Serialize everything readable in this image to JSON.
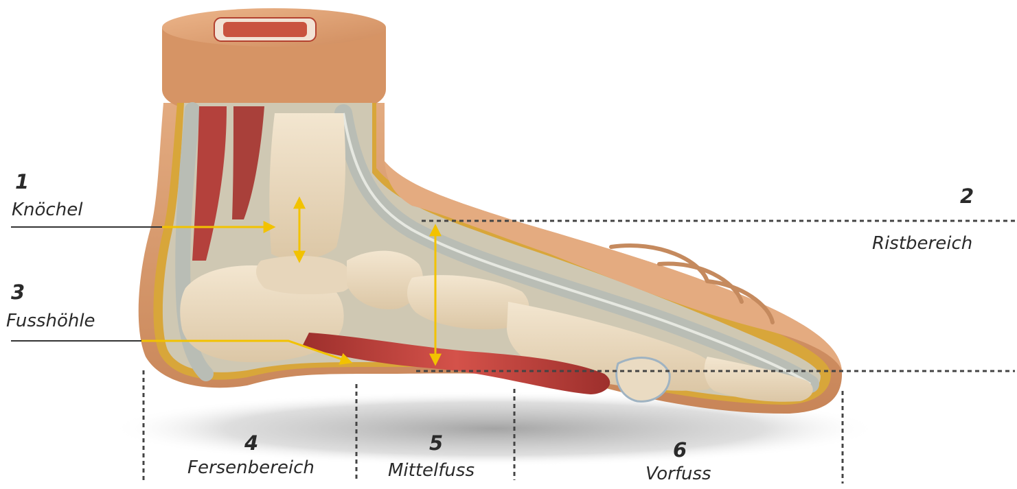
{
  "labels": [
    {
      "number": "1",
      "name": "Knöchel"
    },
    {
      "number": "2",
      "name": "Ristbereich"
    },
    {
      "number": "3",
      "name": "Fusshöhle"
    },
    {
      "number": "4",
      "name": "Fersenbereich"
    },
    {
      "number": "5",
      "name": "Mittelfuss"
    },
    {
      "number": "6",
      "name": "Vorfuss"
    }
  ],
  "colors": {
    "arrow": "#f2c200",
    "skin": "#d99a6c",
    "skin_dark": "#b8764a",
    "fat": "#d8a63a",
    "bone": "#ecdcc2",
    "tendon": "#c9ccc2",
    "muscle": "#b4413c",
    "leader_line": "#333333",
    "dashed_line": "#444444",
    "text": "#2a2a2a"
  }
}
